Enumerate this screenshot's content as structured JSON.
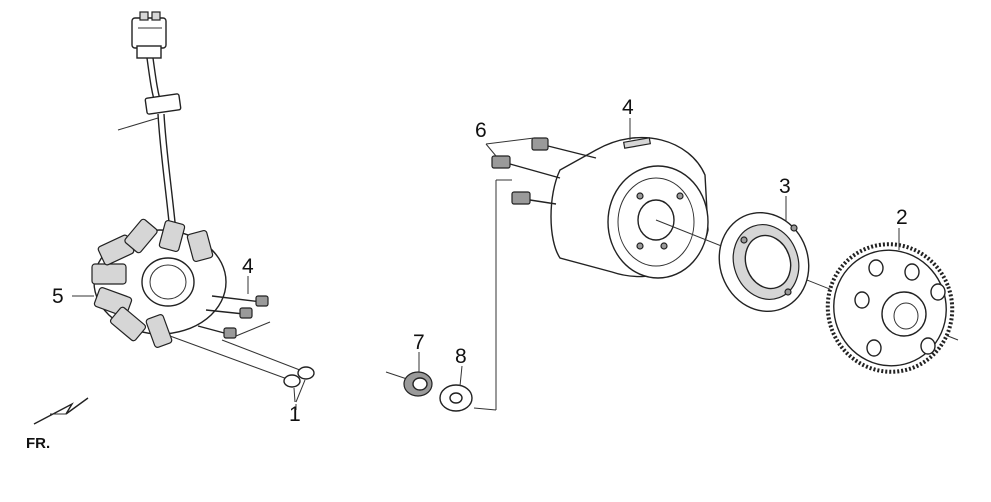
{
  "diagram": {
    "callouts": [
      {
        "id": "c1",
        "label": "1"
      },
      {
        "id": "c2",
        "label": "2"
      },
      {
        "id": "c3",
        "label": "3"
      },
      {
        "id": "c4a",
        "label": "4"
      },
      {
        "id": "c4b",
        "label": "4"
      },
      {
        "id": "c5",
        "label": "5"
      },
      {
        "id": "c6",
        "label": "6"
      },
      {
        "id": "c7",
        "label": "7"
      },
      {
        "id": "c8",
        "label": "8"
      }
    ],
    "direction_label": "FR."
  },
  "colors": {
    "line": "#222222",
    "shade": "#d6d6d6",
    "dark": "#9a9a9a"
  }
}
